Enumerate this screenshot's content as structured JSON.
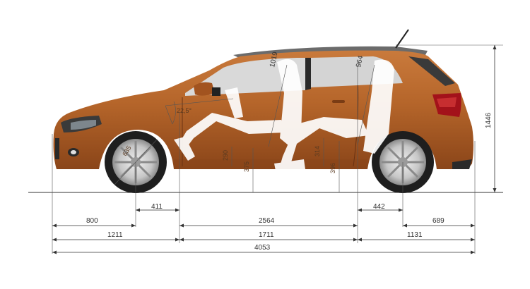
{
  "colors": {
    "body": "#b5652a",
    "body_dark": "#7a3c14",
    "glass": "#d7d7d7",
    "tire": "#1e1e1e",
    "rim": "#c8c8c8",
    "ghost": "#ffffff",
    "line": "#333333"
  },
  "dims": {
    "front_overhang": "800",
    "front_wheel_to_a": "411",
    "wheelbase": "2564",
    "b_to_rear_wheel": "442",
    "rear_overhang": "689",
    "front_to_a": "1211",
    "cabin": "1711",
    "rear_section": "1131",
    "overall_length": "4053",
    "height": "1446",
    "front_headroom": "1019",
    "rear_headroom": "964",
    "wheel_diameter": "635",
    "windshield_angle": "22,5°",
    "front_seat_height": "290",
    "front_floor_height": "375",
    "rear_seat_height": "314",
    "rear_floor_height": "396"
  }
}
